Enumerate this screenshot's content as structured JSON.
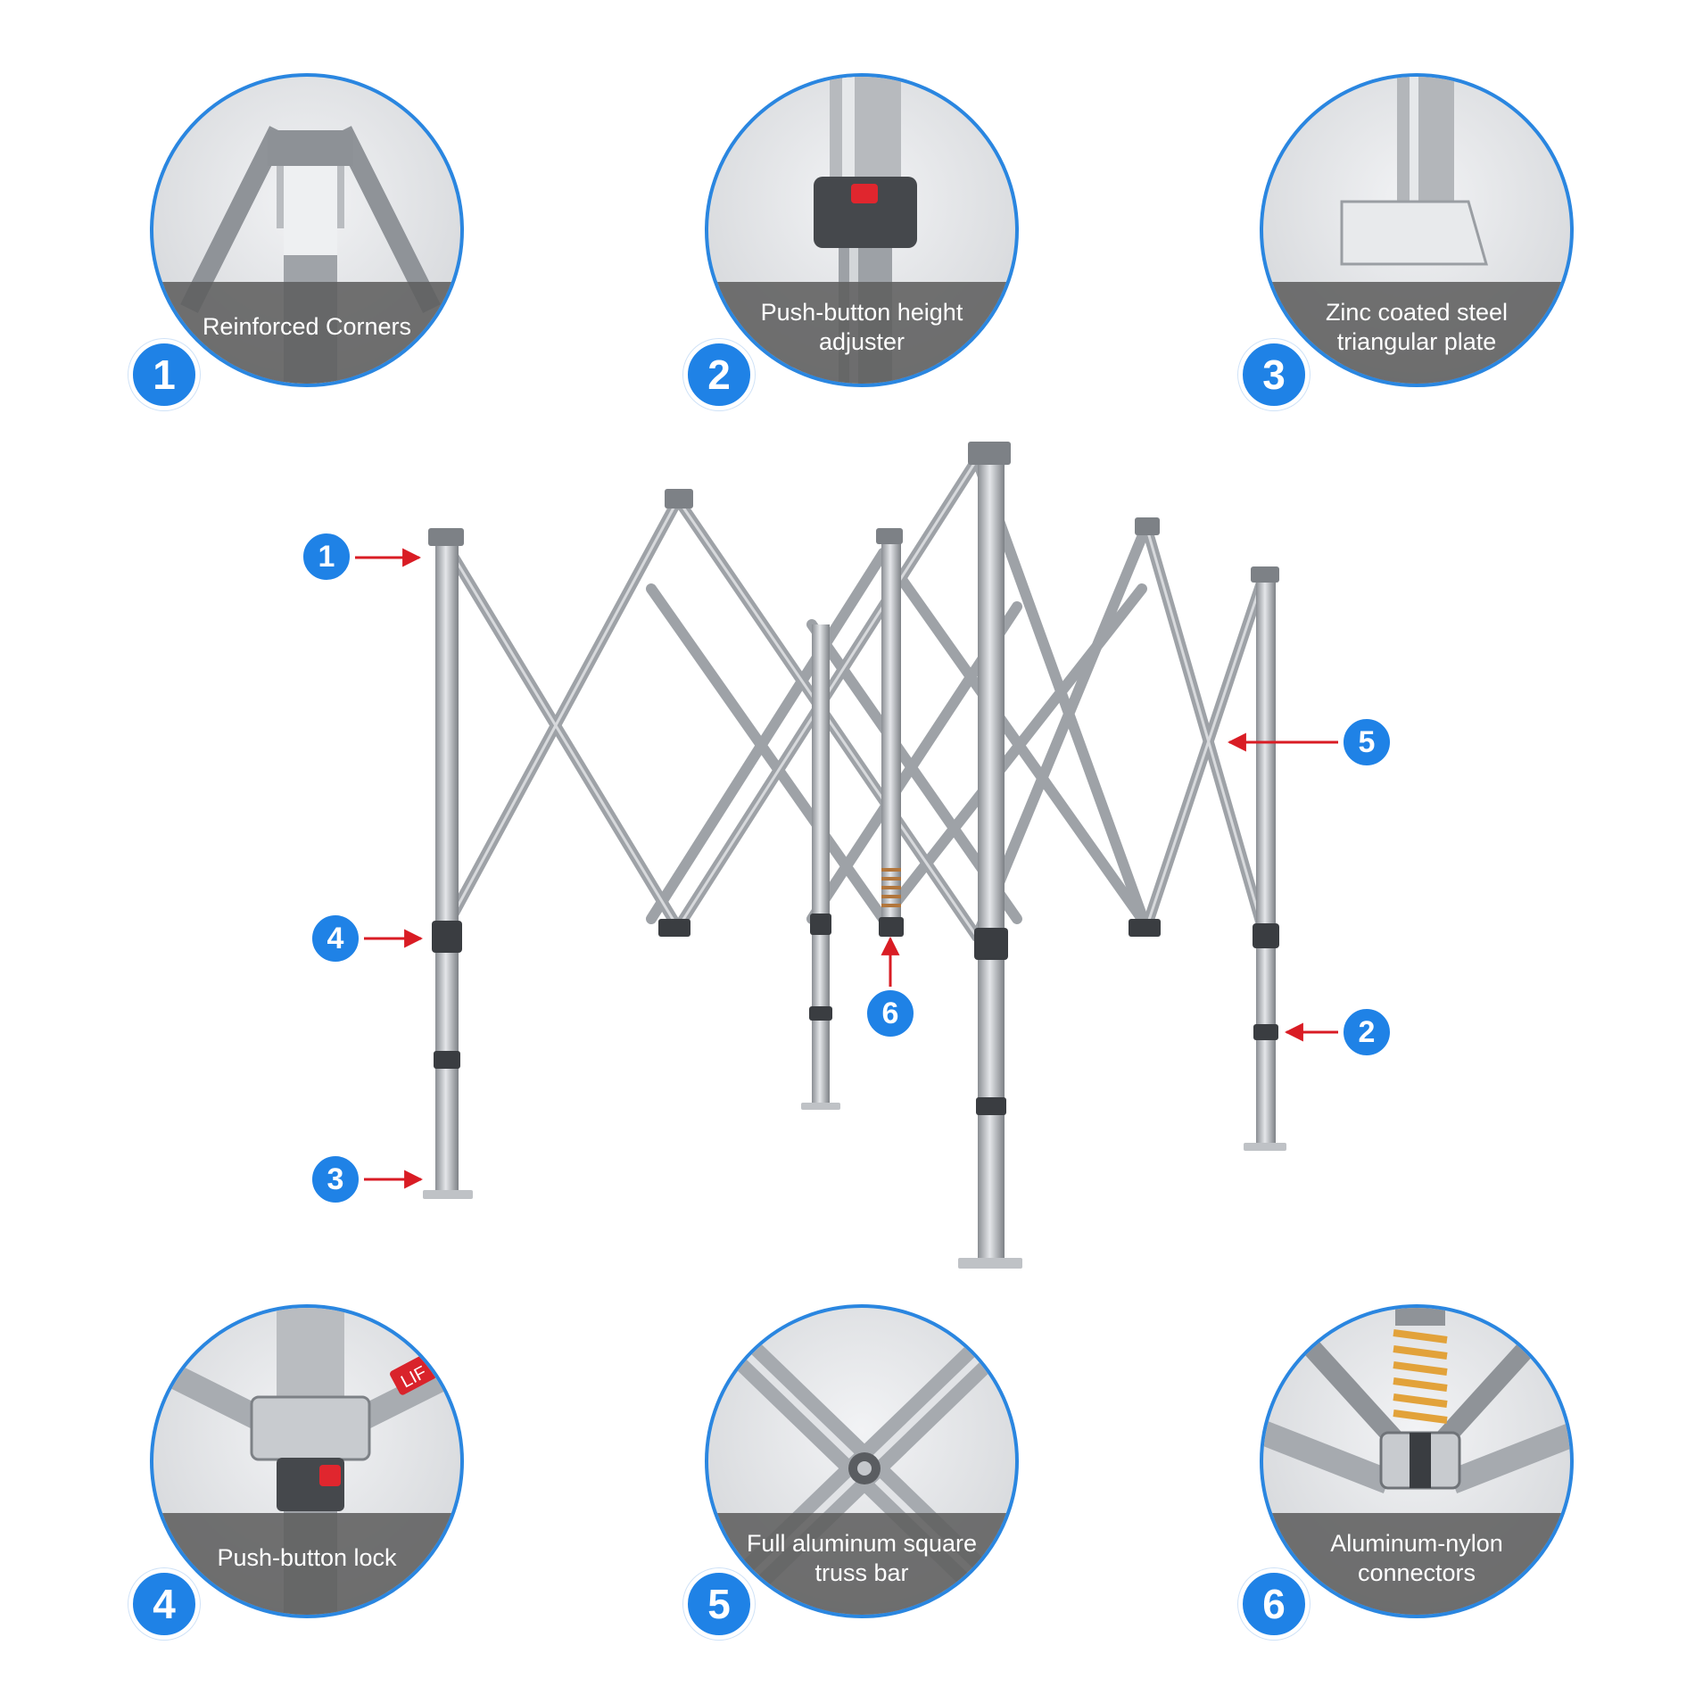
{
  "details": [
    {
      "number": "1",
      "caption": "Reinforced Corners"
    },
    {
      "number": "2",
      "caption": "Push-button height\nadjuster"
    },
    {
      "number": "3",
      "caption": "Zinc coated steel\ntriangular plate"
    },
    {
      "number": "4",
      "caption": "Push-button lock"
    },
    {
      "number": "5",
      "caption": "Full aluminum square\ntruss bar"
    },
    {
      "number": "6",
      "caption": "Aluminum-nylon\nconnectors"
    }
  ],
  "callouts": [
    "1",
    "4",
    "3",
    "6",
    "5",
    "2"
  ],
  "decal_text": "LIF",
  "colors": {
    "accent": "#1f82e6",
    "arrow": "#d91c24",
    "frame": "#a9adb2",
    "caption_bg": "#5f5f5f"
  }
}
